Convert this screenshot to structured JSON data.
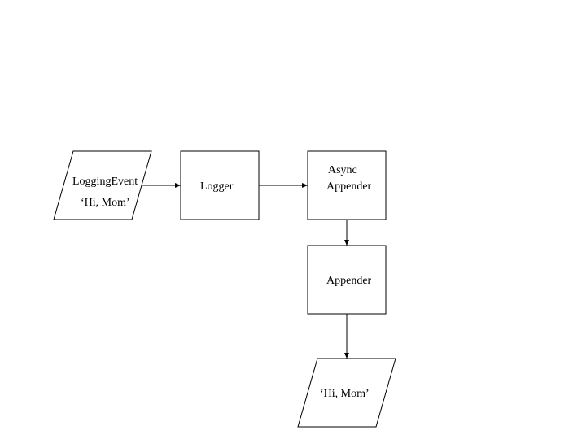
{
  "diagram": {
    "nodes": {
      "logging_event": {
        "line1": "LoggingEvent",
        "line2": "‘Hi, Mom’"
      },
      "logger": {
        "label": "Logger"
      },
      "async_appender": {
        "line1": "Async",
        "line2": "Appender"
      },
      "appender": {
        "label": "Appender"
      },
      "output": {
        "label": "‘Hi, Mom’"
      }
    },
    "edges": [
      {
        "from": "logging_event",
        "to": "logger"
      },
      {
        "from": "logger",
        "to": "async_appender"
      },
      {
        "from": "async_appender",
        "to": "appender"
      },
      {
        "from": "appender",
        "to": "output"
      }
    ]
  }
}
